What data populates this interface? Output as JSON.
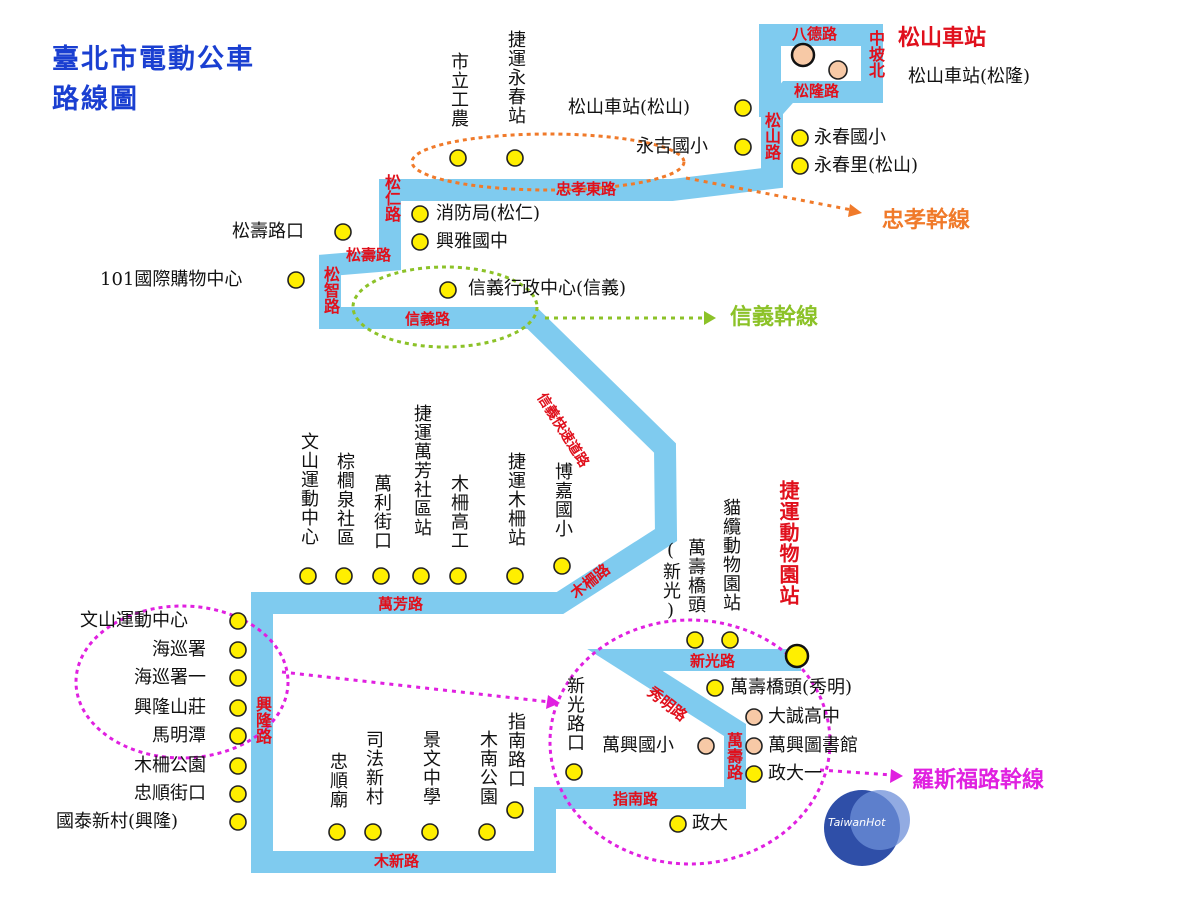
{
  "title": {
    "line1": "臺北市電動公車",
    "line2": "路線圖"
  },
  "colors": {
    "route": "#7fcbef",
    "stop_fill": "#ffef00",
    "stop_peach": "#f7c9a6",
    "road_label": "#e0101c",
    "title": "#1a3fd1",
    "zhongxiao": "#f07a2a",
    "xinyi": "#8cc228",
    "roosevelt": "#e020e0"
  },
  "terminals": {
    "songshan_station": "松山車站",
    "mrt_zoo": "捷運動物園站"
  },
  "trunk_lines": {
    "zhongxiao": "忠孝幹線",
    "xinyi": "信義幹線",
    "roosevelt": "羅斯福路幹線"
  },
  "roads": {
    "bade": "八德路",
    "zhongpo_north": "中坡北",
    "songlong": "松隆路",
    "songshan": "松山路",
    "zhongxiao_east": "忠孝東路",
    "songren": "松仁路",
    "songshou": "松壽路",
    "songzhi": "松智路",
    "xinyi": "信義路",
    "xinyi_expressway": "信義快速道路",
    "muzha": "木柵路",
    "wanfang": "萬芳路",
    "xinglong": "興隆路",
    "muxin": "木新路",
    "xinguang": "新光路",
    "xiuming": "秀明路",
    "wanshou": "萬壽路",
    "zhinan": "指南路"
  },
  "stops": {
    "songshan_station_songlong": "松山車站(松隆)",
    "songshan_station_songshan": "松山車站(松山)",
    "yongji_elementary": "永吉國小",
    "yongchun_elementary": "永春國小",
    "yongchun_li": "永春里(松山)",
    "municipal_industrial": "市立工農",
    "mrt_yongchun": "捷運永春站",
    "fire_department": "消防局(松仁)",
    "xingya_junior": "興雅國中",
    "songshou_intersection": "松壽路口",
    "shopping_center_101": "101國際購物中心",
    "xinyi_admin_center": "信義行政中心(信義)",
    "wenshan_sports_v": "文山運動中心",
    "palm_spring": "棕櫚泉社區",
    "wanli_street": "萬利街口",
    "mrt_wanfang": "捷運萬芳社區站",
    "muzha_vocational": "木柵高工",
    "mrt_muzha": "捷運木柵站",
    "bojia_elementary": "博嘉國小",
    "wanshou_bridge_xinguang_a": "(新光)",
    "wanshou_bridge_xinguang_b": "萬壽橋頭",
    "mrt_zoo_gondola": "貓纜動物園站",
    "wenshan_sports": "文山運動中心",
    "coast_guard": "海巡署",
    "coast_guard_1": "海巡署一",
    "xinglong_villa": "興隆山莊",
    "maming_pond": "馬明潭",
    "muzha_park": "木柵公園",
    "zhongshun_street": "忠順街口",
    "guotai_village": "國泰新村(興隆)",
    "zhongshun_temple": "忠順廟",
    "judicial_village": "司法新村",
    "jingwen_high": "景文中學",
    "munan_park": "木南公園",
    "zhinan_intersection": "指南路口",
    "xinguang_intersection": "新光路口",
    "wanxing_elementary": "萬興國小",
    "wanshou_bridge_xiuming": "萬壽橋頭(秀明)",
    "dacheng_high": "大誠高中",
    "wanxing_library": "萬興圖書館",
    "nccu_1": "政大一",
    "nccu": "政大"
  },
  "logo_text": "TaiwanHot"
}
